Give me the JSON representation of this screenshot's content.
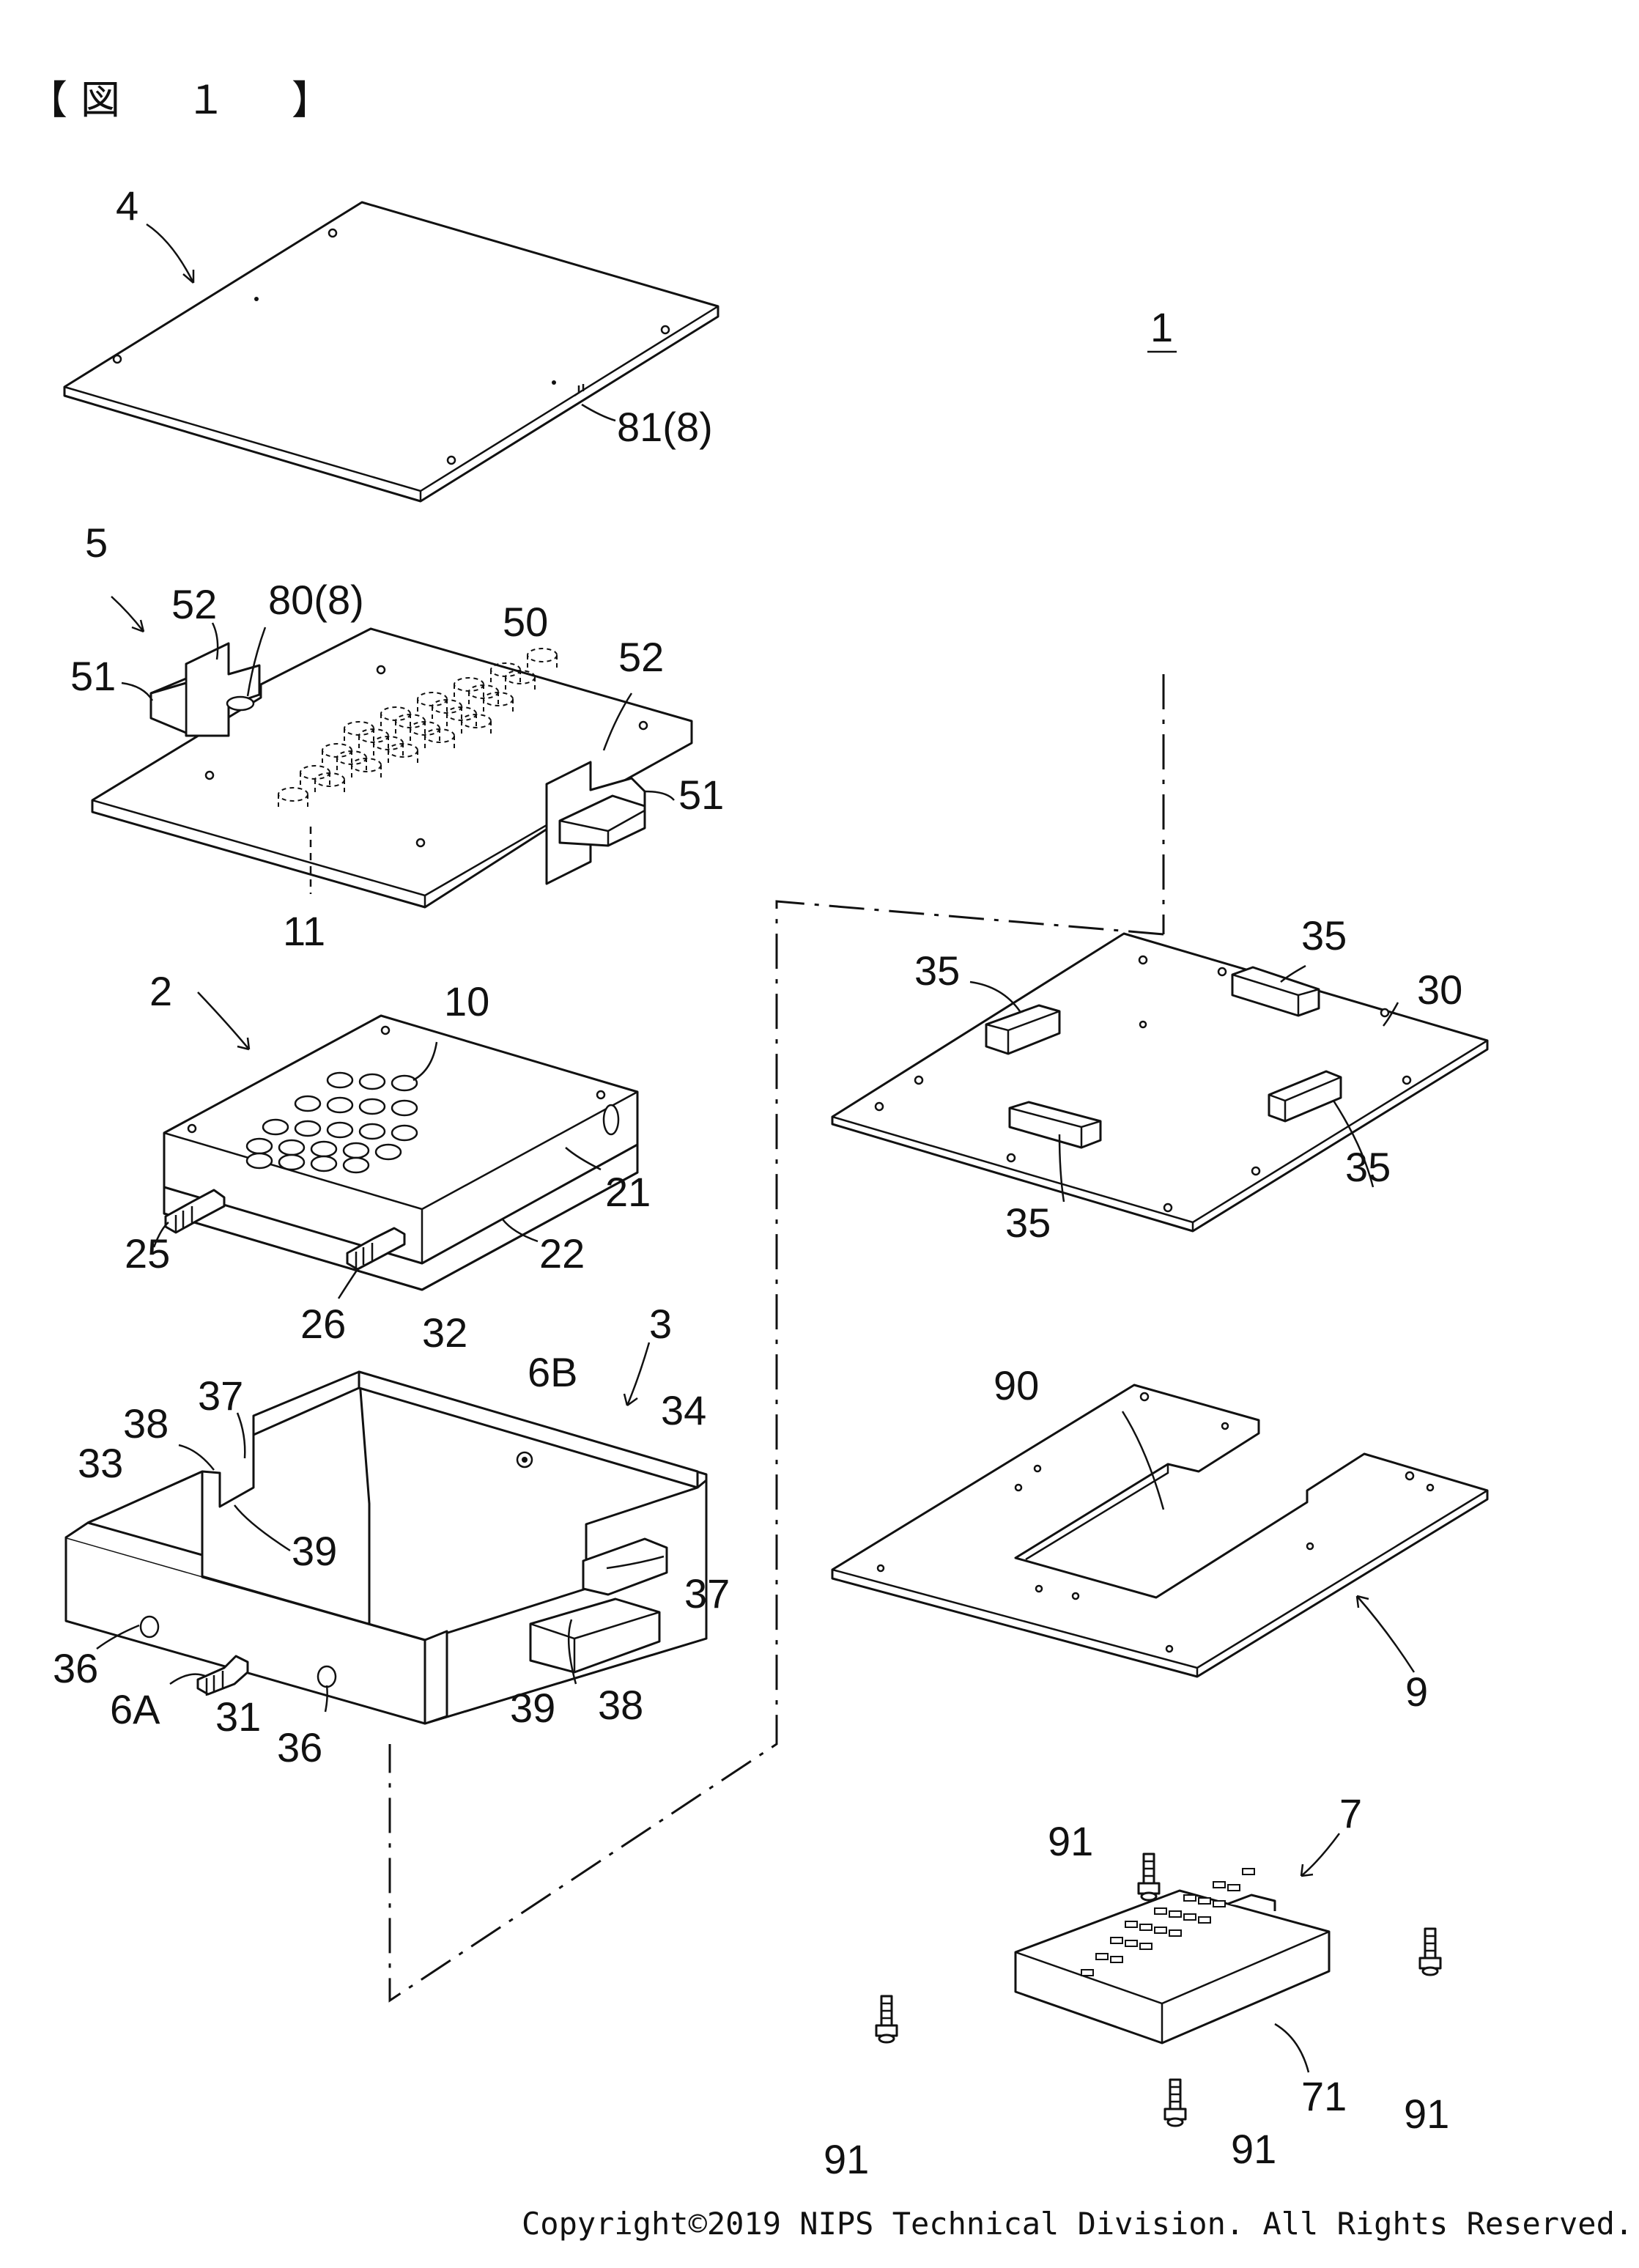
{
  "figure": {
    "title": "【図　１　】",
    "copyright": "Copyright©2019 NIPS Technical Division. All Rights Reserved."
  },
  "labels": {
    "assembly": "1",
    "cover": "4",
    "cover_slot": "81(8)",
    "carrier": "5",
    "carrier_plate": "50",
    "carrier_bracket_left": "52",
    "carrier_bracket_right": "52",
    "carrier_foot_left": "51",
    "carrier_foot_right": "51",
    "carrier_hole": "80(8)",
    "carrier_pockets": "11",
    "block": "2",
    "block_holes": "10",
    "block_top": "21",
    "block_bottom": "22",
    "fitting_25": "25",
    "fitting_26": "26",
    "housing": "3",
    "housing_back": "32",
    "housing_left": "33",
    "housing_right": "34",
    "housing_front": "31",
    "port_6a": "6A",
    "port_6b": "6B",
    "hole_36_left": "36",
    "hole_36_right": "36",
    "notch_37_left": "37",
    "notch_37_right": "37",
    "rail_38_left": "38",
    "rail_38_right": "38",
    "slot_39_left": "39",
    "slot_39_right": "39",
    "base_plate": "30",
    "spacer_35_tl": "35",
    "spacer_35_tr": "35",
    "spacer_35_bl": "35",
    "spacer_35_br": "35",
    "frame": "9",
    "frame_opening": "90",
    "module": "7",
    "module_body": "71",
    "screw_91_a": "91",
    "screw_91_b": "91",
    "screw_91_c": "91",
    "screw_91_d": "91"
  }
}
